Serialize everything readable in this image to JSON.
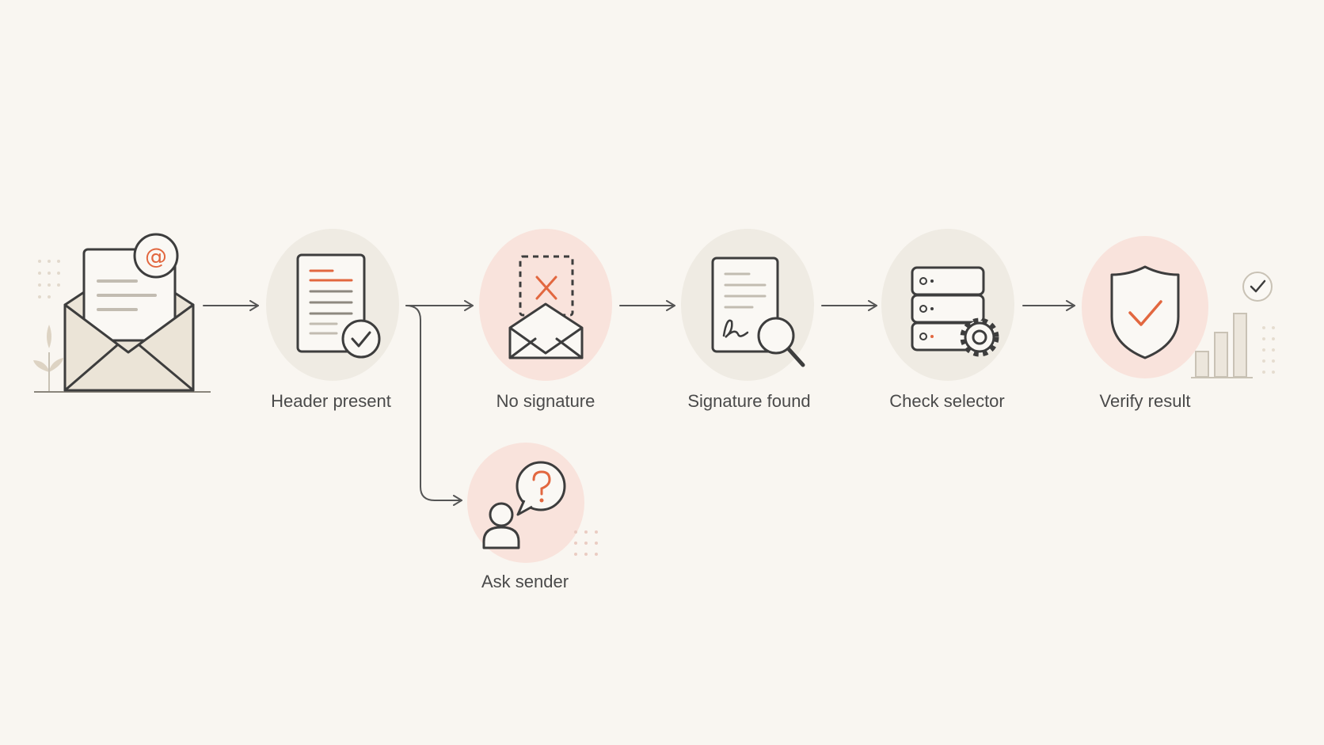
{
  "colors": {
    "background": "#f9f6f1",
    "circle_neutral": "#efebe3",
    "circle_alert": "#f9e3dc",
    "stroke": "#3d3d3d",
    "accent": "#e2673f",
    "muted": "#c9c2b5"
  },
  "steps": [
    {
      "id": "email",
      "icon": "email-envelope-icon",
      "label": ""
    },
    {
      "id": "header",
      "icon": "document-check-icon",
      "label": "Header present"
    },
    {
      "id": "nosig",
      "icon": "envelope-x-icon",
      "label": "No signature"
    },
    {
      "id": "sigfound",
      "icon": "signature-search-icon",
      "label": "Signature found"
    },
    {
      "id": "selector",
      "icon": "server-gear-icon",
      "label": "Check selector"
    },
    {
      "id": "verify",
      "icon": "shield-check-icon",
      "label": "Verify result"
    },
    {
      "id": "ask",
      "icon": "person-question-icon",
      "label": "Ask sender"
    }
  ],
  "connections": [
    {
      "from": "email",
      "to": "header"
    },
    {
      "from": "header",
      "to": "nosig"
    },
    {
      "from": "header",
      "to": "ask"
    },
    {
      "from": "nosig",
      "to": "sigfound"
    },
    {
      "from": "sigfound",
      "to": "selector"
    },
    {
      "from": "selector",
      "to": "verify"
    }
  ]
}
